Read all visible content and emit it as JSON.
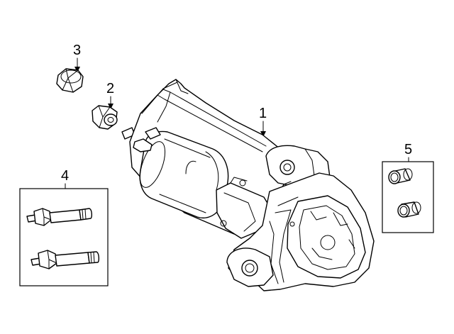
{
  "diagram": {
    "callouts": [
      {
        "id": "starter",
        "label": "1"
      },
      {
        "id": "nut-small",
        "label": "2"
      },
      {
        "id": "nut-large",
        "label": "3"
      },
      {
        "id": "bolts",
        "label": "4"
      },
      {
        "id": "sleeves",
        "label": "5"
      }
    ]
  }
}
